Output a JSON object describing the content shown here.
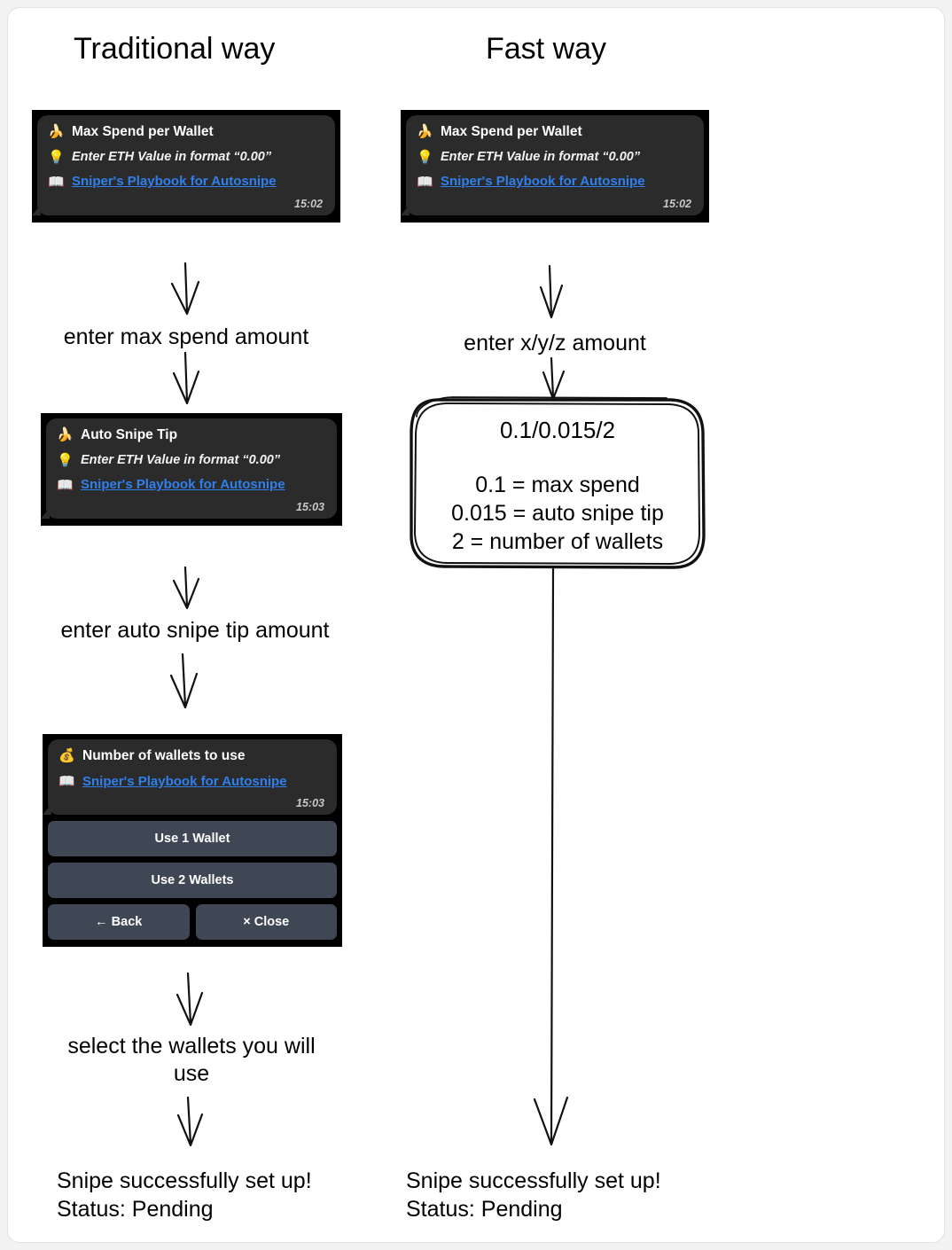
{
  "columns": {
    "left_title": "Traditional way",
    "right_title": "Fast way"
  },
  "link_color": "#2f80ed",
  "bubble_color": "#2b2b2b",
  "button_color": "#3f4754",
  "screenshots": {
    "max_spend_left": {
      "icon": "banana-emoji",
      "title": "Max Spend per Wallet",
      "hint_icon": "light-bulb-emoji",
      "hint": "Enter ETH Value in format “0.00”",
      "link_icon": "open-book-emoji",
      "link": "Sniper's Playbook for Autosnipe",
      "time": "15:02"
    },
    "max_spend_right": {
      "icon": "banana-emoji",
      "title": "Max Spend per Wallet",
      "hint_icon": "light-bulb-emoji",
      "hint": "Enter ETH Value in format “0.00”",
      "link_icon": "open-book-emoji",
      "link": "Sniper's Playbook for Autosnipe",
      "time": "15:02"
    },
    "auto_snipe_tip": {
      "icon": "banana-emoji",
      "title": "Auto Snipe Tip",
      "hint_icon": "light-bulb-emoji",
      "hint": "Enter ETH Value in format “0.00”",
      "link_icon": "open-book-emoji",
      "link": "Sniper's Playbook for Autosnipe",
      "time": "15:03"
    },
    "wallets": {
      "icon": "money-bag-emoji",
      "title": "Number of wallets to use",
      "link_icon": "open-book-emoji",
      "link": "Sniper's Playbook for Autosnipe",
      "time": "15:03",
      "options": [
        "Use 1 Wallet",
        "Use 2 Wallets"
      ],
      "back_label": "← Back",
      "close_label": "× Close"
    }
  },
  "steps": {
    "left_1": "enter max spend amount",
    "left_2": "enter auto snipe tip amount",
    "left_3": "select the wallets you will\nuse",
    "right_1": "enter x/y/z amount"
  },
  "note": {
    "header": "0.1/0.015/2",
    "lines": [
      "0.1 = max spend",
      "0.015 = auto snipe tip",
      "2 = number of wallets"
    ]
  },
  "outcome": {
    "left": "Snipe successfully set up!\nStatus: Pending",
    "right": "Snipe successfully set up!\nStatus: Pending"
  }
}
